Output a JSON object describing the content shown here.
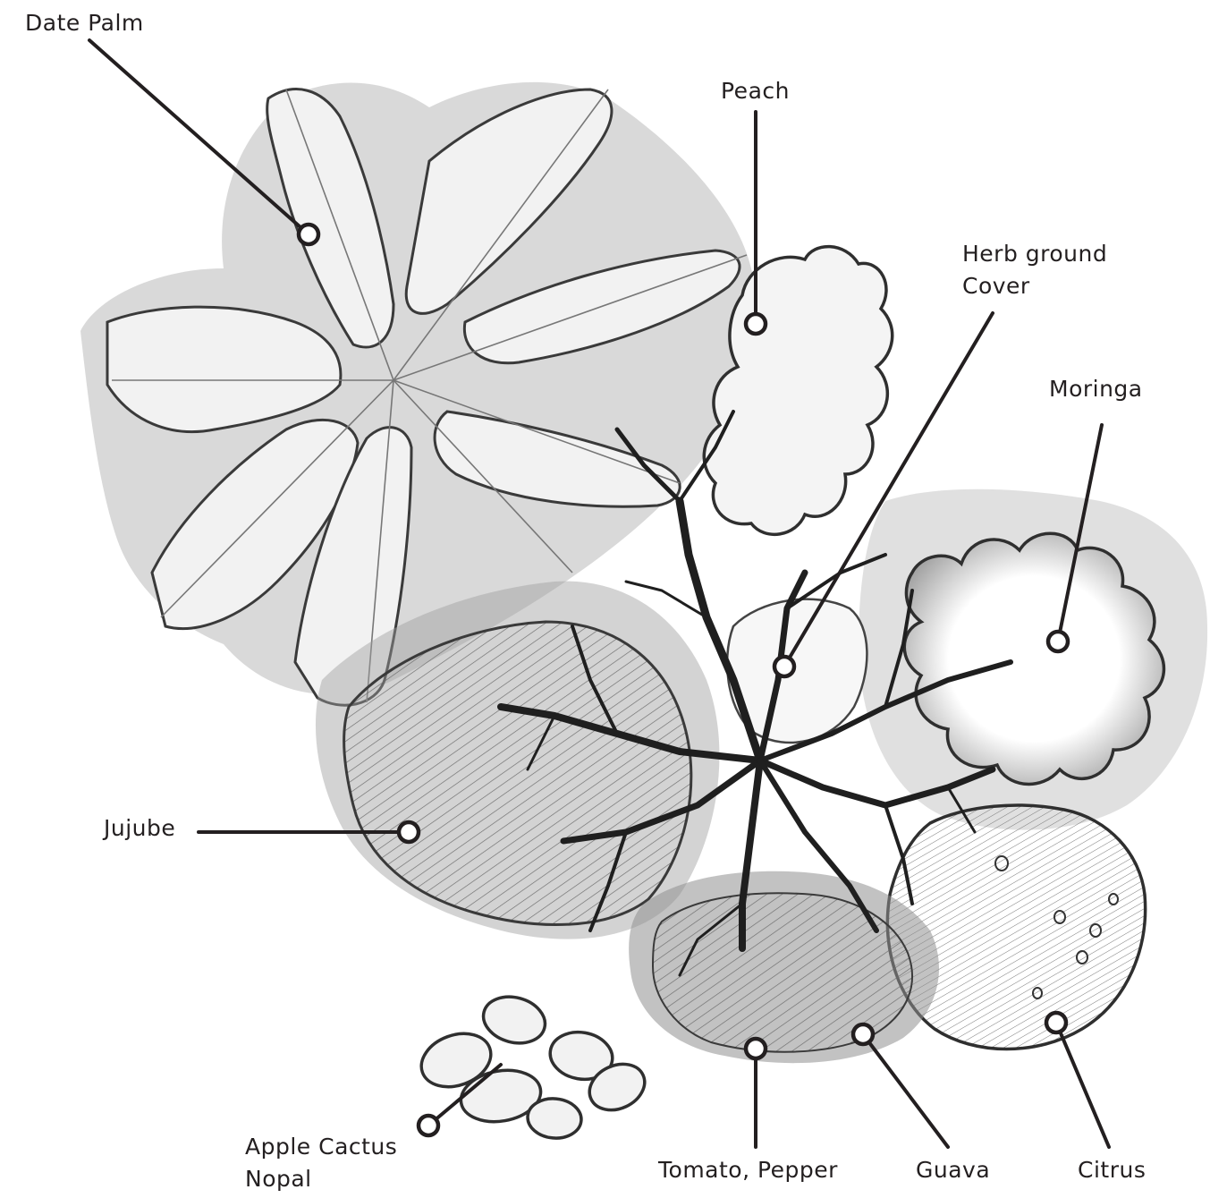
{
  "labels": {
    "date_palm": "Date Palm",
    "peach": "Peach",
    "herb_ground_cover": [
      "Herb ground",
      "Cover"
    ],
    "moringa": "Moringa",
    "jujube": "Jujube",
    "apple_cactus_nopal": [
      "Apple Cactus",
      "Nopal"
    ],
    "tomato_pepper": "Tomato, Pepper",
    "guava": "Guava",
    "citrus": "Citrus"
  },
  "colors": {
    "ink": "#231f20",
    "pencil_dark": "#3a3a3a",
    "pencil_mid": "#8a8a8a",
    "pencil_light": "#cfcfcf",
    "leaf_fill": "#ececec"
  }
}
